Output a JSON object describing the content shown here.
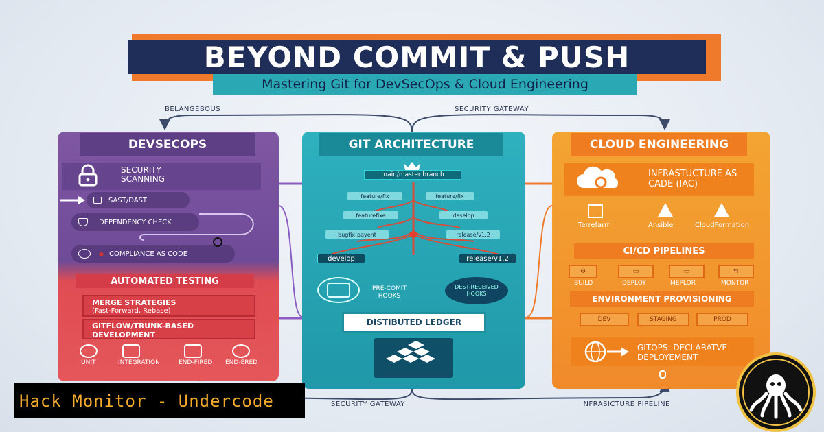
{
  "title": "BEYOND COMMIT & PUSH",
  "subtitle": "Mastering Git for DevSecOps & Cloud Engineering",
  "top_labels": {
    "left": "BELANGEBOUS",
    "right": "SECURITY GATEWAY"
  },
  "bottom_labels": {
    "left": "SECURITY GATEWAY",
    "right": "INFRASICTURE PIPELINE"
  },
  "devsecops": {
    "title": "DEVSECOPS",
    "security_scanning": "SECURITY SCANNING",
    "sast": "SAST/DAST",
    "dependency": "DEPENDENCY CHECK",
    "compliance": "COMPLIANCE AS CODE",
    "automated_testing": "AUTOMATED TESTING",
    "merge_strategies": "MERGE STRATEGIES",
    "merge_sub": "(Fast-Forward, Rebase)",
    "gitflow": "GITFLOW/TRUNK-BASED DEVELOPMENT",
    "tests": [
      "UNIT",
      "INTEGRATION",
      "END-FIRED",
      "END-ERED"
    ]
  },
  "git": {
    "title": "GIT ARCHITECTURE",
    "main_branch": "main/master branch",
    "branches_row1": [
      "feature/fix",
      "feature/fix"
    ],
    "branches_row2": [
      "featurefixe",
      "daselop"
    ],
    "branches_row3": [
      "bugfix-payent",
      "release/v1.2"
    ],
    "develop": "develop",
    "release": "release/v1.2",
    "hooks_left": "PRE-COMIT HOOKS",
    "hooks_right": "DEST-RECEIVED HOOKS",
    "ledger": "DISTIBUTED LEDGER"
  },
  "cloud": {
    "title": "CLOUD ENGINEERING",
    "iac": "INFRASTUCTURE AS CADE (IAC)",
    "tools": [
      "Terrefarm",
      "Ansible",
      "CloudFormation"
    ],
    "cicd": "CI/CD PIPELINES",
    "stages": [
      "BUILD",
      "DEPLOY",
      "MEPLOR",
      "MONTOR"
    ],
    "env_prov": "ENVIRONMENT PROVISIONING",
    "envs": [
      "DEV",
      "STAGING",
      "PROD"
    ],
    "gitops": "GITOPS: DECLARATVE DEPLOYEMENT"
  },
  "watermark": "Hack Monitor - Undercode",
  "colors": {
    "navy": "#1f2d59",
    "orange": "#f07a2c",
    "teal": "#2aa9b4",
    "purple": "#7f57a3",
    "red": "#e04c53"
  }
}
